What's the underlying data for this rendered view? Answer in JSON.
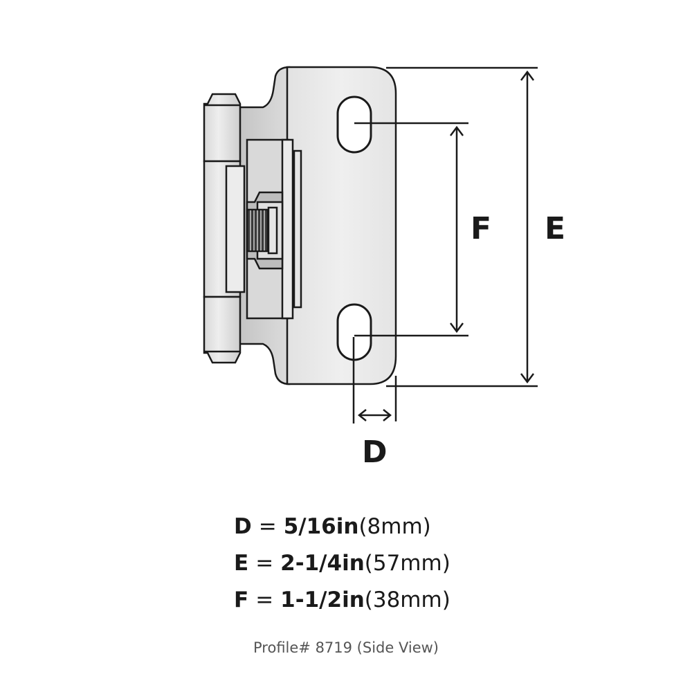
{
  "diagram": {
    "subject": "cabinet hinge (side view)",
    "dimension_labels": {
      "D": "D",
      "E": "E",
      "F": "F"
    },
    "colors": {
      "line": "#1a1a1a",
      "fill_light": "#e6e6e6",
      "fill_mid": "#cfcfcf",
      "fill_dark": "#555555",
      "background": "#ffffff"
    }
  },
  "specs": [
    {
      "letter": "D",
      "eq": "=",
      "imperial": "5/16in",
      "metric": "(8mm)"
    },
    {
      "letter": "E",
      "eq": "=",
      "imperial": "2-1/4in",
      "metric": "(57mm)"
    },
    {
      "letter": "F",
      "eq": "=",
      "imperial": "1-1/2in",
      "metric": "(38mm)"
    }
  ],
  "caption": "Profile# 8719 (Side View)"
}
